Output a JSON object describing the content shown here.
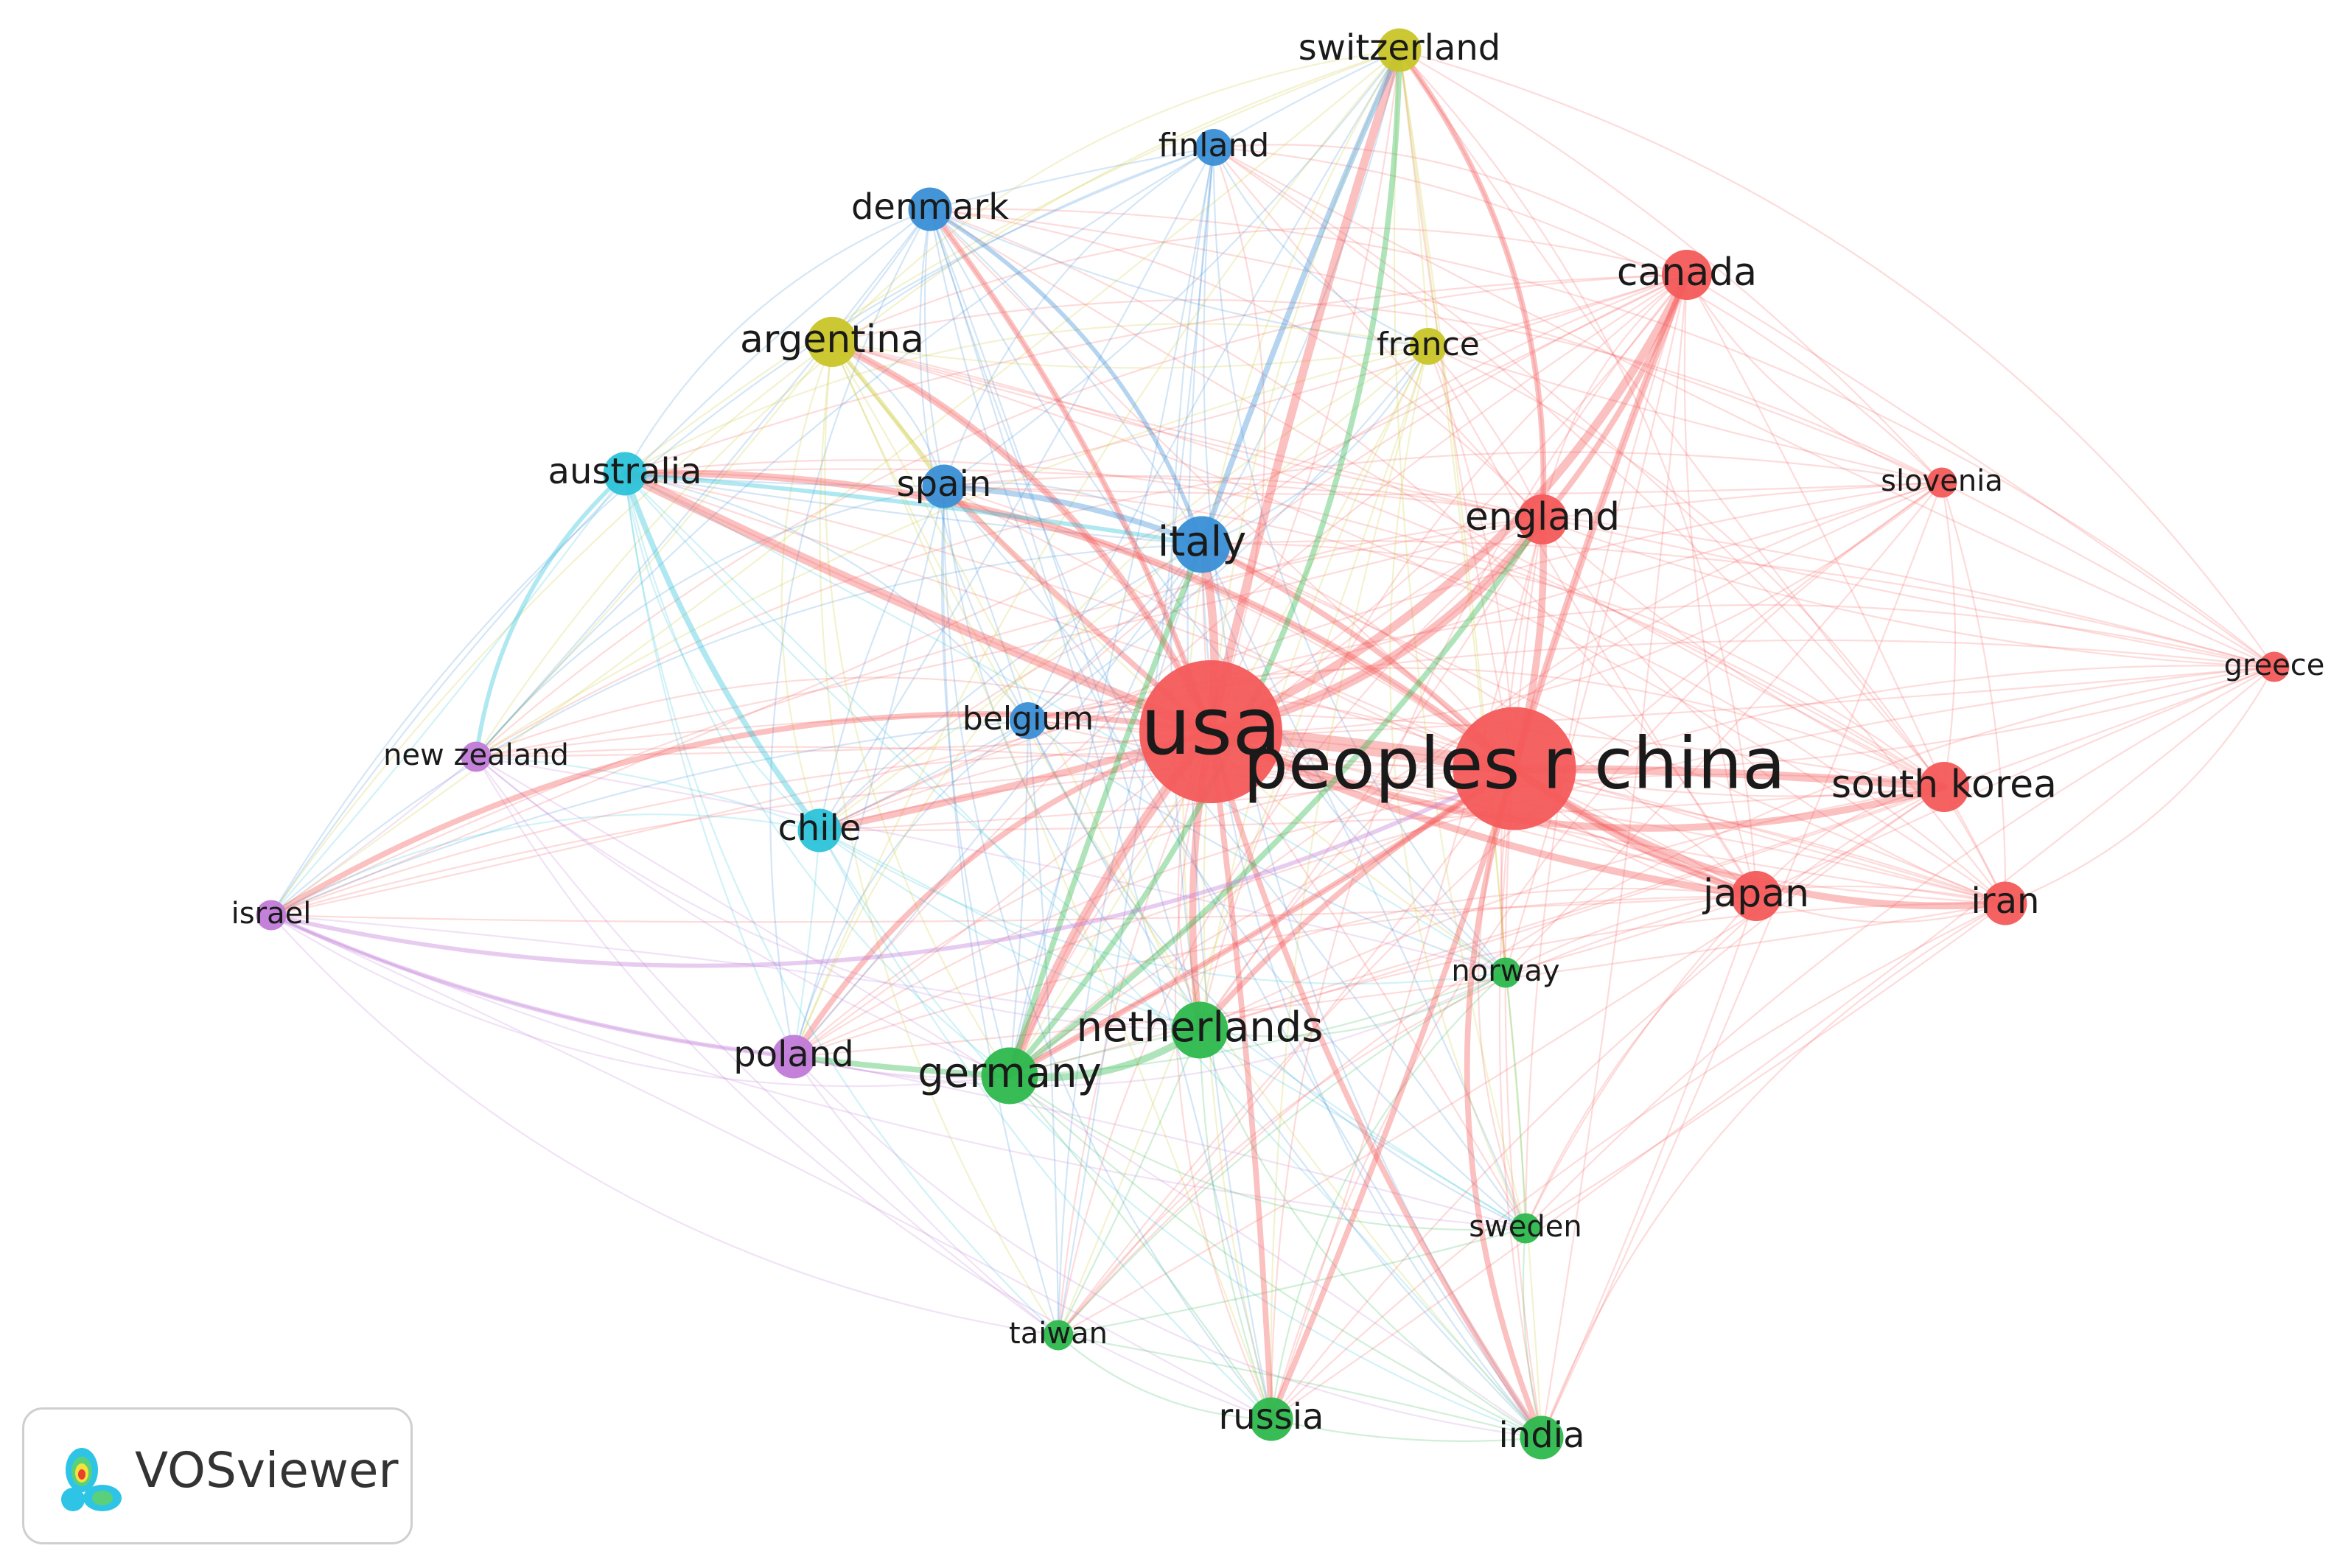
{
  "app": {
    "name": "VOSviewer",
    "logo_icon": "vosviewer-density-logo-icon"
  },
  "clusters": {
    "red": "#f45a5a",
    "green": "#2db84d",
    "blue": "#3a8fd6",
    "yellow": "#c9c528",
    "cyan": "#2cc3d9",
    "purple": "#c07ad8"
  },
  "network": {
    "nodes": [
      {
        "id": "usa",
        "label": "usa",
        "cluster": "red",
        "weight": 10
      },
      {
        "id": "china",
        "label": "peoples r china",
        "cluster": "red",
        "weight": 8.5
      },
      {
        "id": "canada",
        "label": "canada",
        "cluster": "red",
        "weight": 3
      },
      {
        "id": "england",
        "label": "england",
        "cluster": "red",
        "weight": 3
      },
      {
        "id": "south_korea",
        "label": "south korea",
        "cluster": "red",
        "weight": 3
      },
      {
        "id": "japan",
        "label": "japan",
        "cluster": "red",
        "weight": 3
      },
      {
        "id": "iran",
        "label": "iran",
        "cluster": "red",
        "weight": 2.5
      },
      {
        "id": "slovenia",
        "label": "slovenia",
        "cluster": "red",
        "weight": 1.5
      },
      {
        "id": "greece",
        "label": "greece",
        "cluster": "red",
        "weight": 1.5
      },
      {
        "id": "italy",
        "label": "italy",
        "cluster": "blue",
        "weight": 3.5
      },
      {
        "id": "denmark",
        "label": "denmark",
        "cluster": "blue",
        "weight": 2.5
      },
      {
        "id": "finland",
        "label": "finland",
        "cluster": "blue",
        "weight": 2
      },
      {
        "id": "spain",
        "label": "spain",
        "cluster": "blue",
        "weight": 2.5
      },
      {
        "id": "belgium",
        "label": "belgium",
        "cluster": "blue",
        "weight": 2
      },
      {
        "id": "switzerland",
        "label": "switzerland",
        "cluster": "yellow",
        "weight": 2.5
      },
      {
        "id": "argentina",
        "label": "argentina",
        "cluster": "yellow",
        "weight": 3
      },
      {
        "id": "france",
        "label": "france",
        "cluster": "yellow",
        "weight": 2
      },
      {
        "id": "australia",
        "label": "australia",
        "cluster": "cyan",
        "weight": 2.5
      },
      {
        "id": "chile",
        "label": "chile",
        "cluster": "cyan",
        "weight": 2.5
      },
      {
        "id": "new_zealand",
        "label": "new zealand",
        "cluster": "purple",
        "weight": 1.5
      },
      {
        "id": "israel",
        "label": "israel",
        "cluster": "purple",
        "weight": 1.5
      },
      {
        "id": "poland",
        "label": "poland",
        "cluster": "purple",
        "weight": 2.5
      },
      {
        "id": "germany",
        "label": "germany",
        "cluster": "green",
        "weight": 3.5
      },
      {
        "id": "netherlands",
        "label": "netherlands",
        "cluster": "green",
        "weight": 3.5
      },
      {
        "id": "norway",
        "label": "norway",
        "cluster": "green",
        "weight": 1.5
      },
      {
        "id": "sweden",
        "label": "sweden",
        "cluster": "green",
        "weight": 1.5
      },
      {
        "id": "taiwan",
        "label": "taiwan",
        "cluster": "green",
        "weight": 1.5
      },
      {
        "id": "russia",
        "label": "russia",
        "cluster": "green",
        "weight": 2.5
      },
      {
        "id": "india",
        "label": "india",
        "cluster": "green",
        "weight": 2.5
      }
    ],
    "strong_links": [
      [
        "usa",
        "china",
        10
      ],
      [
        "usa",
        "germany",
        6
      ],
      [
        "usa",
        "england",
        6
      ],
      [
        "usa",
        "australia",
        6
      ],
      [
        "usa",
        "italy",
        5
      ],
      [
        "usa",
        "canada",
        5
      ],
      [
        "usa",
        "switzerland",
        5
      ],
      [
        "usa",
        "netherlands",
        4
      ],
      [
        "usa",
        "argentina",
        4
      ],
      [
        "usa",
        "chile",
        4
      ],
      [
        "usa",
        "japan",
        4
      ],
      [
        "usa",
        "south_korea",
        4
      ],
      [
        "usa",
        "spain",
        3
      ],
      [
        "usa",
        "denmark",
        3
      ],
      [
        "usa",
        "poland",
        3
      ],
      [
        "usa",
        "russia",
        3
      ],
      [
        "usa",
        "india",
        3
      ],
      [
        "usa",
        "israel",
        3
      ],
      [
        "china",
        "south_korea",
        5
      ],
      [
        "china",
        "japan",
        4
      ],
      [
        "china",
        "iran",
        4
      ],
      [
        "china",
        "canada",
        4
      ],
      [
        "china",
        "england",
        4
      ],
      [
        "china",
        "australia",
        4
      ],
      [
        "china",
        "germany",
        3
      ],
      [
        "china",
        "netherlands",
        3
      ],
      [
        "china",
        "india",
        3
      ],
      [
        "china",
        "russia",
        3
      ],
      [
        "china",
        "italy",
        3
      ],
      [
        "germany",
        "netherlands",
        4
      ],
      [
        "germany",
        "italy",
        3
      ],
      [
        "germany",
        "england",
        3
      ],
      [
        "germany",
        "switzerland",
        3
      ],
      [
        "germany",
        "poland",
        3
      ],
      [
        "australia",
        "chile",
        3
      ],
      [
        "australia",
        "new_zealand",
        2
      ],
      [
        "australia",
        "italy",
        2
      ],
      [
        "italy",
        "spain",
        3
      ],
      [
        "italy",
        "denmark",
        2
      ],
      [
        "italy",
        "switzerland",
        3
      ],
      [
        "england",
        "canada",
        3
      ],
      [
        "england",
        "switzerland",
        3
      ],
      [
        "argentina",
        "spain",
        2
      ],
      [
        "israel",
        "poland",
        2
      ],
      [
        "israel",
        "china",
        2
      ]
    ]
  }
}
